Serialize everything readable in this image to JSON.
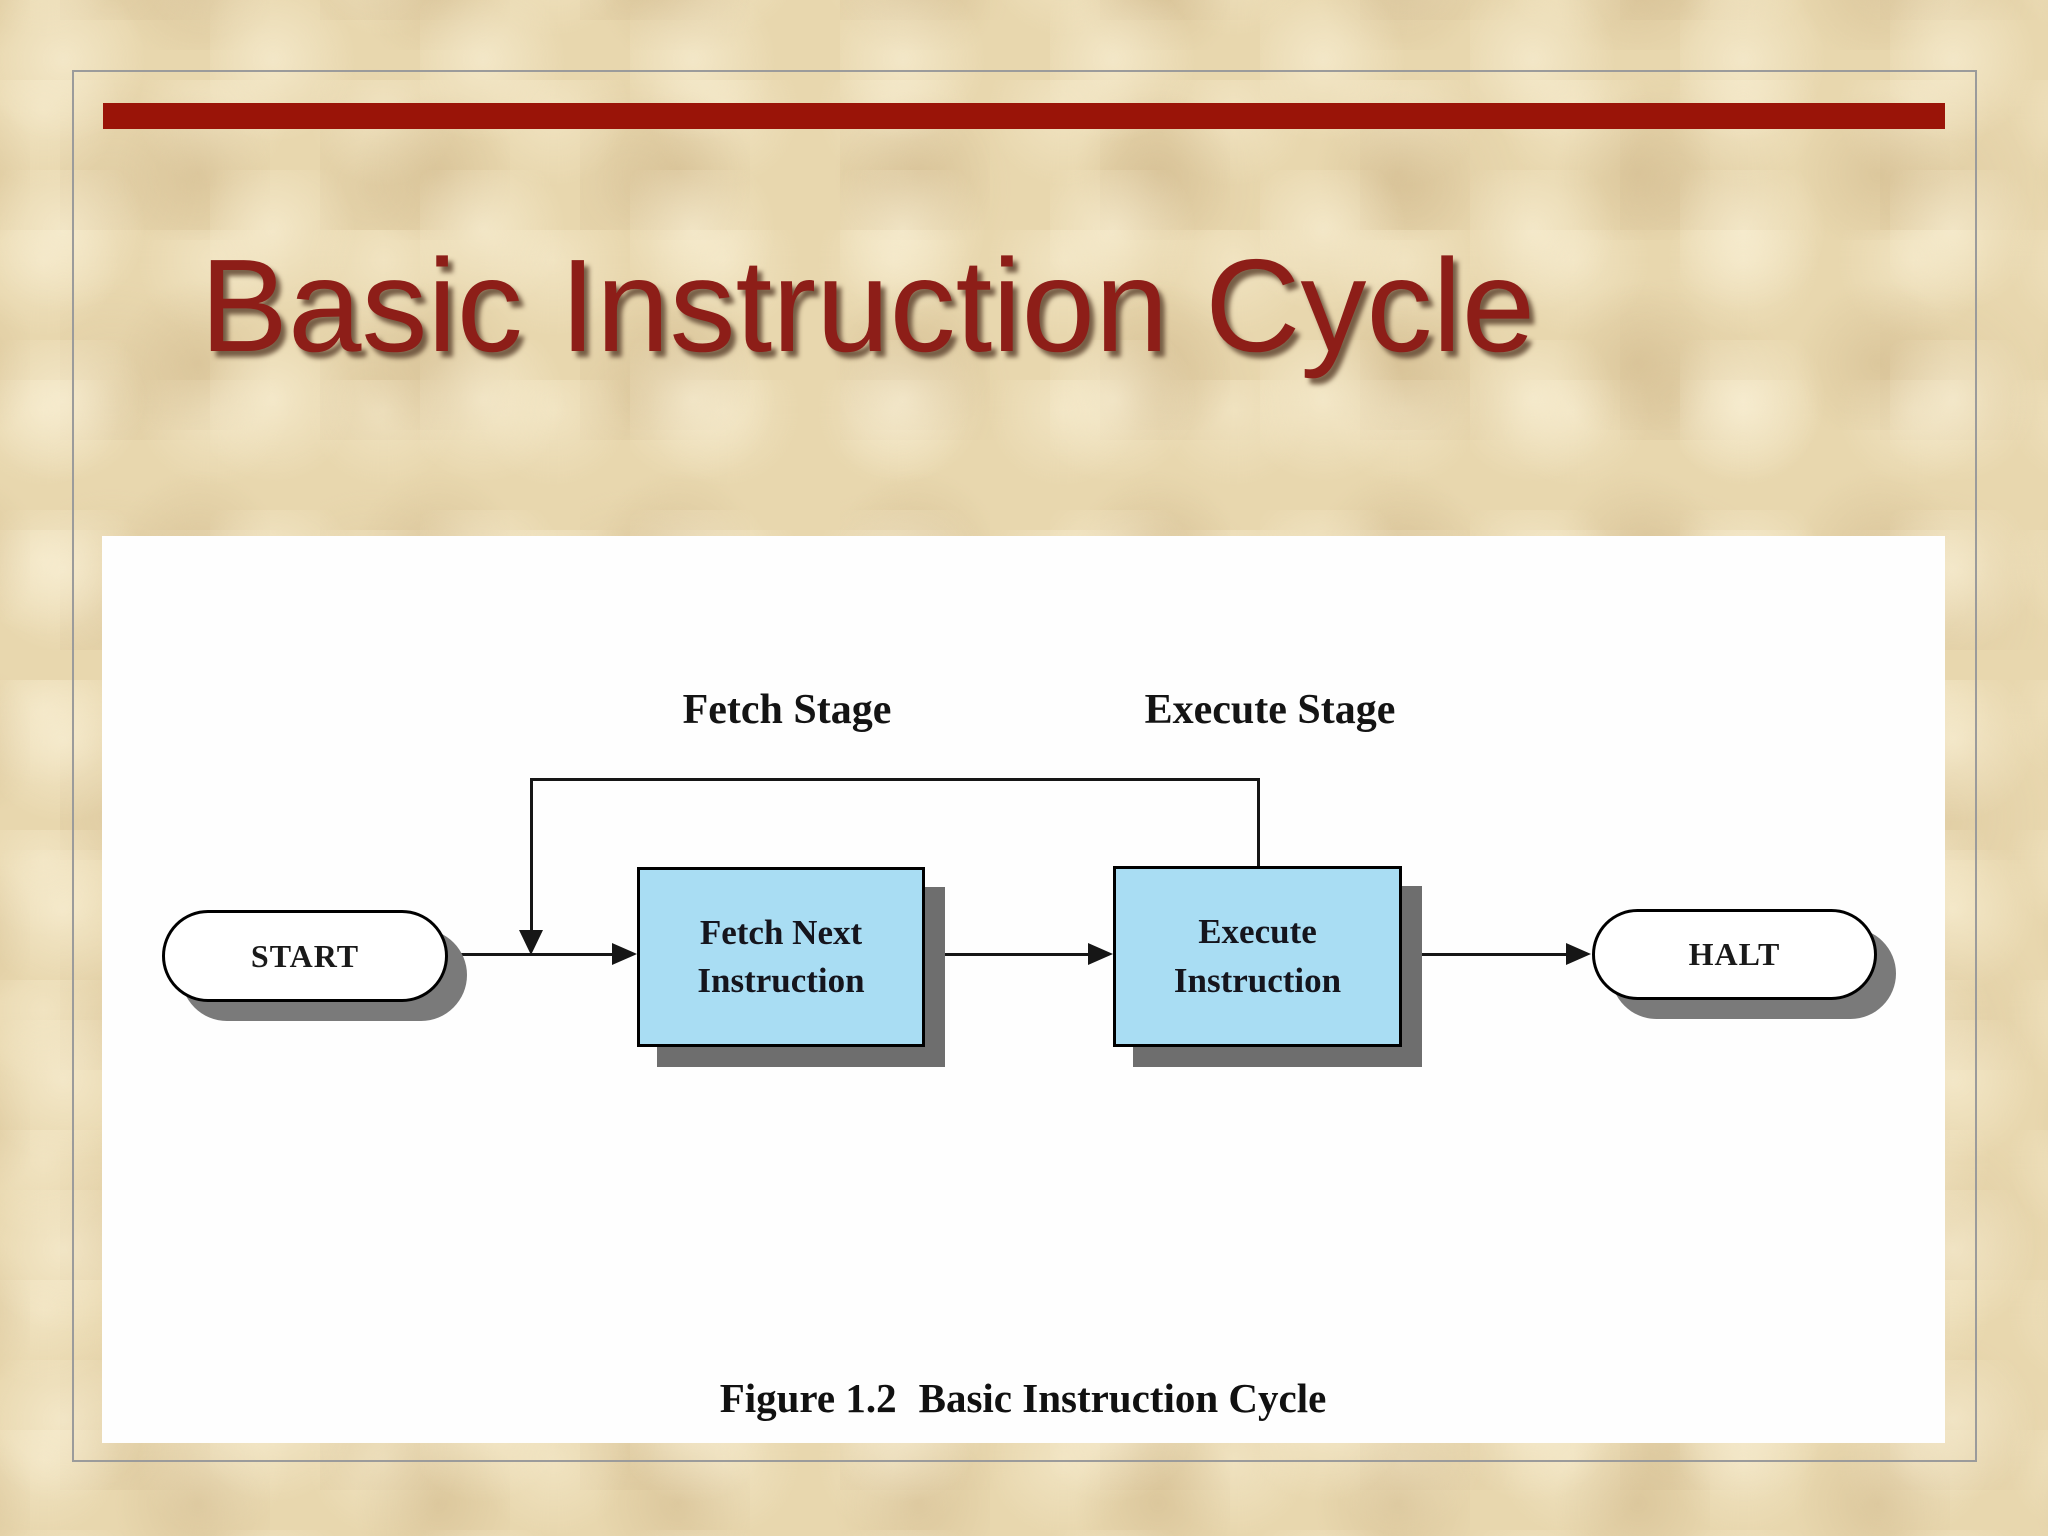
{
  "slide": {
    "title": "Basic Instruction Cycle",
    "title_color": "#8d1e18",
    "accent_bar_color": "#9a1408",
    "background_color": "#e8d7ae",
    "frame_color": "#9b9b9b"
  },
  "diagram": {
    "stage_labels": [
      {
        "label": "Fetch Stage"
      },
      {
        "label": "Execute Stage"
      }
    ],
    "nodes": [
      {
        "id": "start",
        "type": "terminator",
        "label": "START",
        "fill": "#ffffff"
      },
      {
        "id": "fetch-next-instruction",
        "type": "process",
        "line1": "Fetch Next",
        "line2": "Instruction",
        "fill": "#a9ddf3"
      },
      {
        "id": "execute-instruction",
        "type": "process",
        "line1": "Execute",
        "line2": "Instruction",
        "fill": "#a9ddf3"
      },
      {
        "id": "halt",
        "type": "terminator",
        "label": "HALT",
        "fill": "#ffffff"
      }
    ],
    "edges": [
      {
        "from": "start",
        "to": "fetch-next-instruction",
        "type": "arrow"
      },
      {
        "from": "fetch-next-instruction",
        "to": "execute-instruction",
        "type": "arrow"
      },
      {
        "from": "execute-instruction",
        "to": "halt",
        "type": "arrow"
      },
      {
        "from": "execute-instruction",
        "to": "fetch-next-instruction",
        "type": "feedback-arrow"
      }
    ],
    "caption": {
      "figure_label": "Figure 1.2",
      "text": "Basic Instruction Cycle"
    }
  }
}
